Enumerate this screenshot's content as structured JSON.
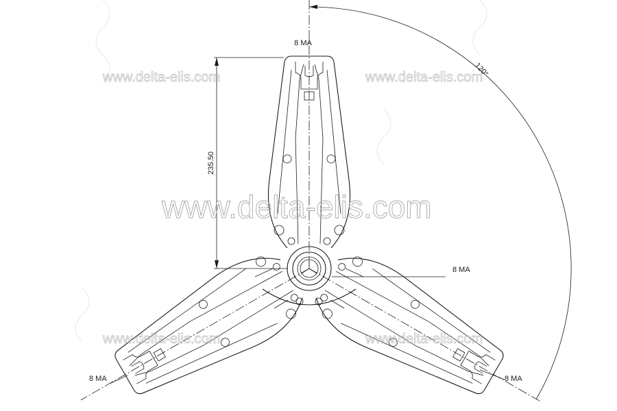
{
  "watermark": {
    "text": "www.delta-elis.com"
  },
  "labels": {
    "thread_top": "8 MA",
    "thread_right": "8 MA",
    "thread_left": "8 MA",
    "thread_bottom_right": "8 MA",
    "dimension_height": "235.50",
    "angle": "120°"
  },
  "colors": {
    "line": "#1a1a1a",
    "watermark": "#a8a8a8",
    "background": "#ffffff"
  }
}
